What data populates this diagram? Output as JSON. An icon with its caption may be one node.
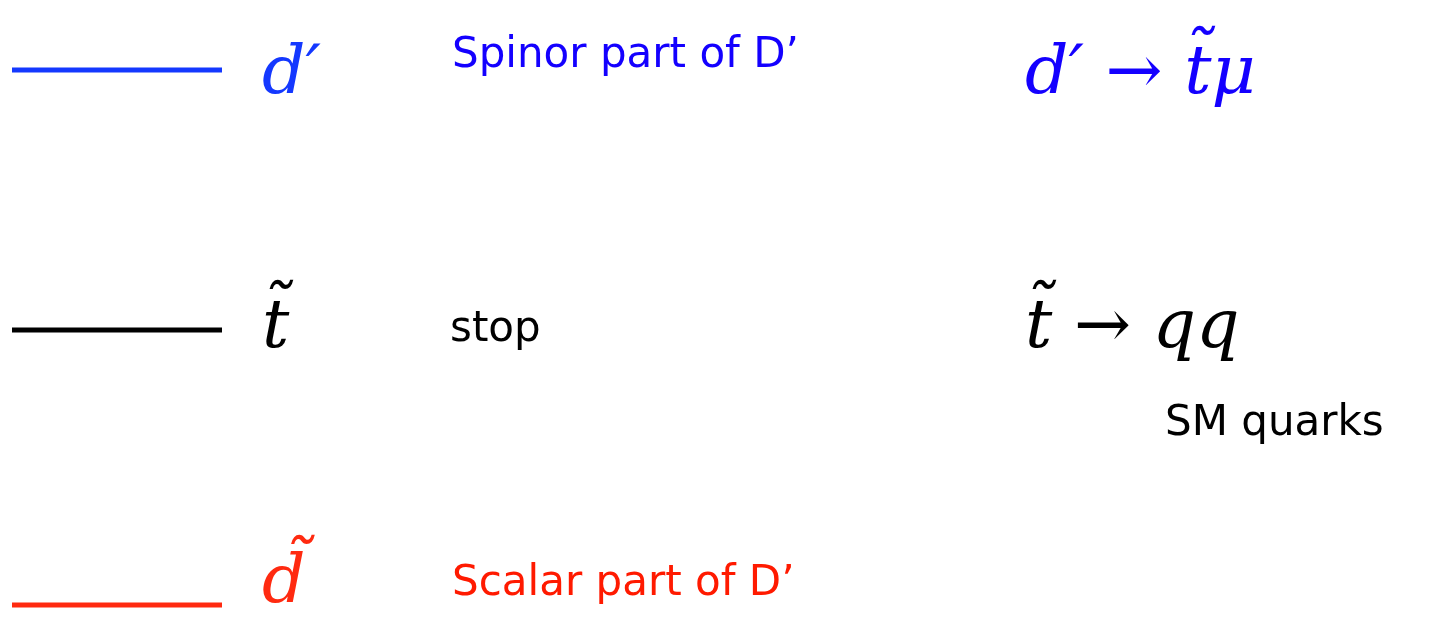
{
  "diagram": {
    "legend": [
      {
        "text": "d′"
      },
      {
        "text": "t̃"
      },
      {
        "text": "d̃"
      }
    ],
    "labels": [
      "Spinor part of D’",
      "d′ → t̃μ",
      "stop",
      "t̃ → qq",
      "SM quarks",
      "Scalar part of D’"
    ]
  }
}
